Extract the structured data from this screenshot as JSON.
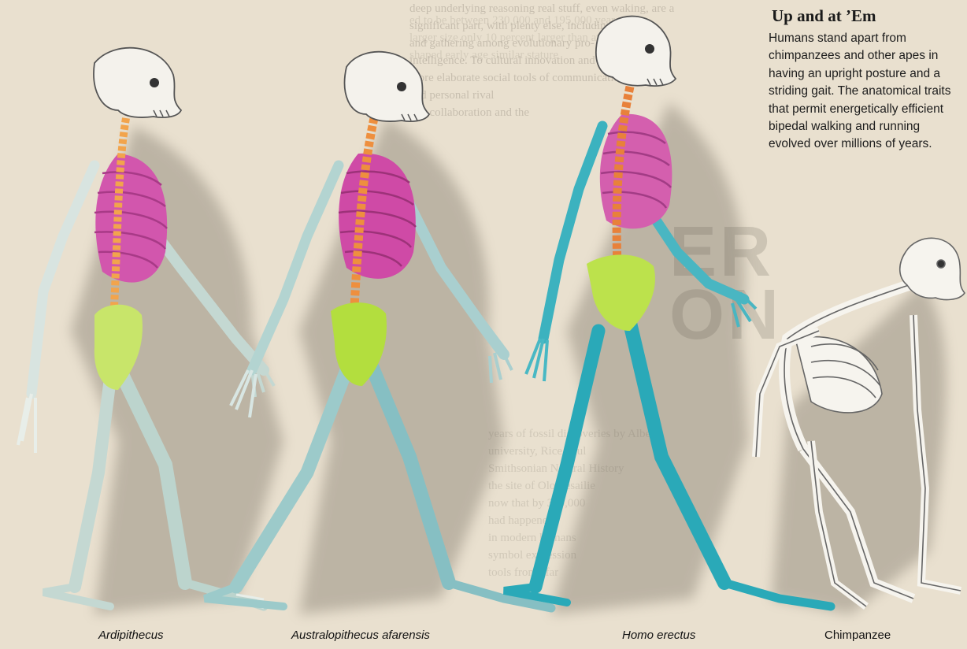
{
  "sidebar": {
    "title": "Up and at ’Em",
    "body": "Humans stand apart from chimpanzees and other apes in having an upright posture and a striding gait. The anatomical traits that permit energetically efficient bipedal walking and running evolved over millions of years."
  },
  "captions": {
    "ardipithecus": "Ardipithecus",
    "australopithecus": "Australopithecus afarensis",
    "homo_erectus": "Homo erectus",
    "chimpanzee": "Chimpanzee"
  },
  "colors": {
    "background": "#e9e0cf",
    "ribcage": "#cf4aa6",
    "spine": "#e98a3a",
    "pelvis": "#bde34a",
    "limbs_ardi": "#b9d2cc",
    "limbs_afarensis": "#8fc4c6",
    "limbs_erectus": "#2aa9b8",
    "chimp": "#f6f4ee"
  }
}
